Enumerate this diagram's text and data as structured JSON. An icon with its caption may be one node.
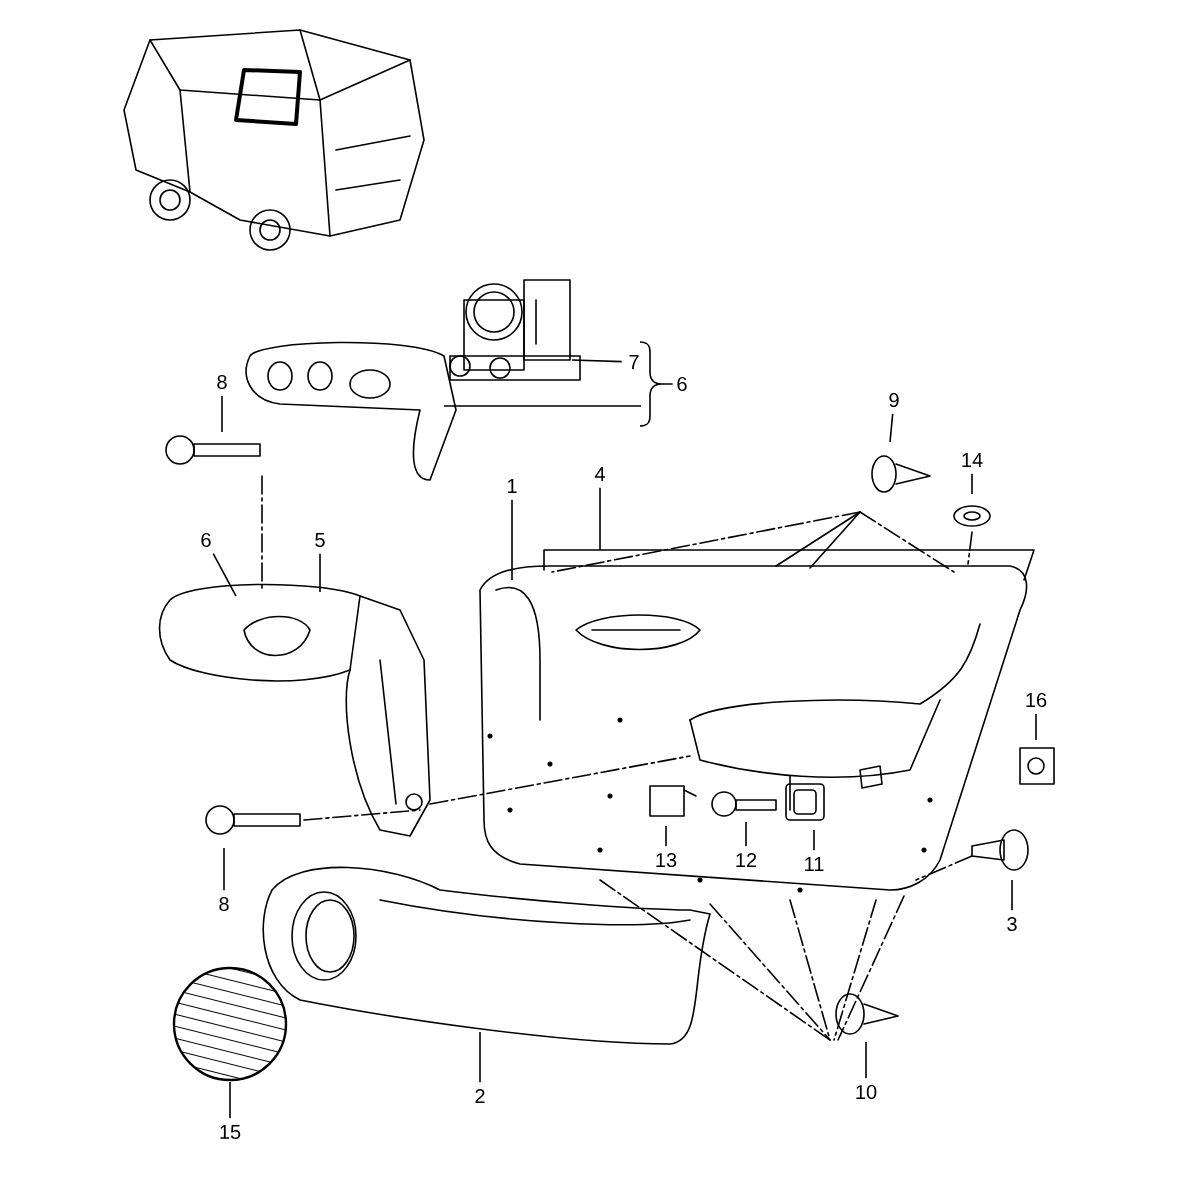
{
  "diagram": {
    "nodes": [
      {
        "text": [
          "7"
        ]
      },
      {
        "text": [
          "6"
        ]
      },
      {
        "text": [
          "8"
        ]
      },
      {
        "text": [
          "9"
        ]
      },
      {
        "text": [
          "14"
        ]
      },
      {
        "text": [
          "1"
        ]
      },
      {
        "text": [
          "4"
        ]
      },
      {
        "text": [
          "6"
        ]
      },
      {
        "text": [
          "5"
        ]
      },
      {
        "text": [
          "16"
        ]
      },
      {
        "text": [
          "8"
        ]
      },
      {
        "text": [
          "13"
        ]
      },
      {
        "text": [
          "12"
        ]
      },
      {
        "text": [
          "11"
        ]
      },
      {
        "text": [
          "3"
        ]
      },
      {
        "text": [
          "2"
        ]
      },
      {
        "text": [
          "10"
        ]
      },
      {
        "text": [
          "15"
        ]
      }
    ],
    "edges": [
      {
        "from": 0,
        "to": null,
        "arrow": "none"
      },
      {
        "from": 1,
        "to": null,
        "arrow": "none"
      },
      {
        "from": 2,
        "to": null,
        "arrow": "none"
      },
      {
        "from": 3,
        "to": null,
        "arrow": "none"
      },
      {
        "from": 4,
        "to": null,
        "arrow": "none"
      },
      {
        "from": 5,
        "to": null,
        "arrow": "none"
      },
      {
        "from": 6,
        "to": null,
        "arrow": "none"
      },
      {
        "from": 7,
        "to": null,
        "arrow": "none"
      },
      {
        "from": 8,
        "to": null,
        "arrow": "none"
      },
      {
        "from": 9,
        "to": null,
        "arrow": "none"
      },
      {
        "from": 10,
        "to": null,
        "arrow": "none"
      },
      {
        "from": 11,
        "to": null,
        "arrow": "none"
      },
      {
        "from": 12,
        "to": null,
        "arrow": "none"
      },
      {
        "from": 13,
        "to": null,
        "arrow": "none"
      },
      {
        "from": 14,
        "to": null,
        "arrow": "none"
      },
      {
        "from": 15,
        "to": null,
        "arrow": "none"
      },
      {
        "from": 16,
        "to": null,
        "arrow": "none"
      },
      {
        "from": 17,
        "to": null,
        "arrow": "none"
      }
    ]
  }
}
